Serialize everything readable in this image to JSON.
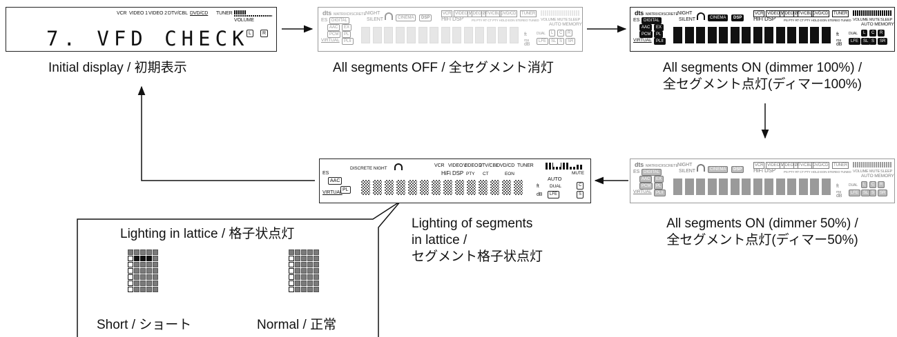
{
  "captions": {
    "initial": "Initial display / 初期表示",
    "all_off": "All segments OFF / 全セグメント消灯",
    "all_on_100_l1": "All segments ON (dimmer 100%) /",
    "all_on_100_l2": "全セグメント点灯(ディマー100%)",
    "all_on_50_l1": "All segments ON (dimmer 50%) /",
    "all_on_50_l2": "全セグメント点灯(ディマー50%)",
    "lattice_l1": "Lighting of segments",
    "lattice_l2": "in lattice /",
    "lattice_l3": "セグメント格子状点灯"
  },
  "callout": {
    "title": "Lighting in lattice / 格子状点灯",
    "short": "Short / ショート",
    "normal": "Normal / 正常"
  },
  "display1": {
    "inputs": [
      "VCR",
      "VIDEO 1",
      "VIDEO 2",
      "DTV/CBL",
      "DVD/CD",
      "TUNER"
    ],
    "volume": "VOLUME",
    "text": "7. VFD CHECK",
    "l": "L",
    "r": "R"
  },
  "display_labels": {
    "dts": "dts",
    "matrix": "MATRIX",
    "discrete": "DISCRETE",
    "night": "NIGHT",
    "es": "ES",
    "digital": "DIGITAL",
    "silent": "SILENT",
    "cinema": "CINEMA",
    "dsp": "DSP",
    "hifi": "HiFi DSP",
    "aac": "AAC",
    "ex": "EX",
    "pcm": "PCM",
    "pl": "PL",
    "virtual": "VIRTUAL",
    "pl2": "PLII",
    "inputs": [
      "VCR",
      "VIDEO 1",
      "VIDEO 2",
      "DTV/CBL",
      "DVD/CD",
      "TUNER"
    ],
    "rds": "PS  PTY  RT  CT  PTY HOLD  EON  STEREO  TUNED",
    "volume": "VOLUME",
    "mute": "MUTE",
    "sleep": "SLEEP",
    "auto_memory": "AUTO MEMORY",
    "ft": "ft",
    "ms": "ms",
    "db": "dB",
    "dual": "DUAL",
    "l": "L",
    "c": "C",
    "r": "R",
    "lfe": "LFE",
    "sl": "SL",
    "s": "S",
    "sr": "SR"
  },
  "display5": {
    "discrete_night": "DISCRETE NIGHT",
    "es": "ES",
    "aac": "AAC",
    "pl": "PL",
    "virtual": "VIRTUAL",
    "inputs": [
      "VCR",
      "VIDEO 1",
      "VIDEO 2",
      "DTV/CBL",
      "DVD/CD",
      "TUNER"
    ],
    "hifi": "HiFi DSP",
    "pty": "PTY",
    "ct": "CT",
    "eon": "EON",
    "mute": "MUTE",
    "auto": "AUTO",
    "dual": "DUAL",
    "lfe": "LFE",
    "c": "C",
    "s": "S",
    "ft": "ft",
    "db": "dB"
  },
  "lattice_short": [
    [
      1,
      1,
      1,
      1,
      1
    ],
    [
      0,
      2,
      2,
      2,
      1
    ],
    [
      0,
      1,
      1,
      1,
      1
    ],
    [
      0,
      1,
      1,
      1,
      1
    ],
    [
      0,
      1,
      1,
      1,
      1
    ],
    [
      0,
      1,
      1,
      1,
      1
    ],
    [
      0,
      1,
      1,
      1,
      1
    ]
  ],
  "lattice_normal": [
    [
      1,
      1,
      1,
      1,
      1
    ],
    [
      0,
      1,
      1,
      1,
      1
    ],
    [
      0,
      1,
      1,
      1,
      1
    ],
    [
      0,
      1,
      1,
      1,
      1
    ],
    [
      0,
      1,
      1,
      1,
      1
    ],
    [
      0,
      1,
      1,
      1,
      1
    ],
    [
      0,
      1,
      1,
      1,
      1
    ]
  ],
  "colors": {
    "ink": "#111111",
    "dim_ink": "#9a9a9a",
    "half_ink": "#7a7a7a",
    "lattice_gray": "#7a7a7a",
    "lattice_dark": "#111111"
  }
}
